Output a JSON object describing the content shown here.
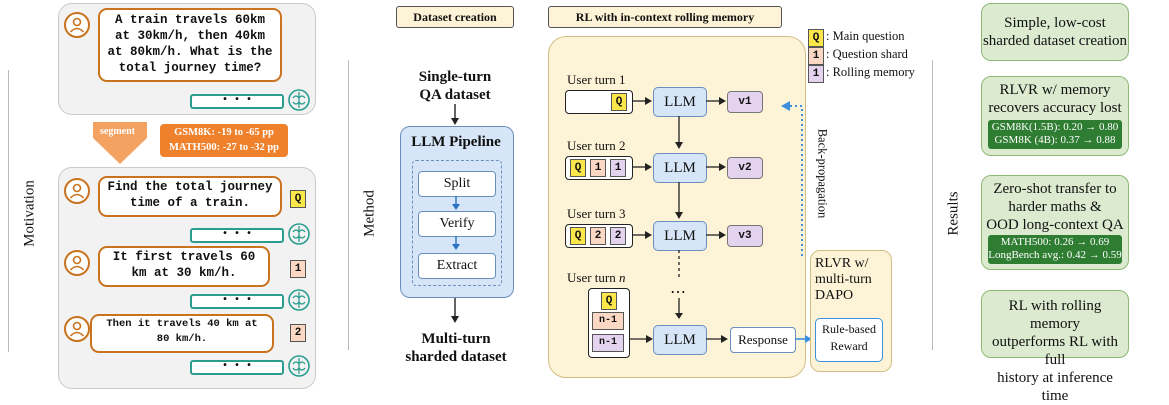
{
  "sections": {
    "motivation": "Motivation",
    "method": "Method",
    "results": "Results"
  },
  "motivation": {
    "question": [
      "A train travels 60km",
      "at 30km/h, then 40km",
      "at 80km/h. What is the",
      "total journey time?"
    ],
    "reply_dots": "• • •",
    "segment_label": "segment",
    "stats": [
      "GSM8K: -19 to -65 pp",
      "MATH500: -27 to -32 pp"
    ],
    "shards": [
      {
        "lines": [
          "Find the total journey",
          "time of a train."
        ],
        "tag": "Q"
      },
      {
        "lines": [
          "It first travels 60",
          "km at 30 km/h."
        ],
        "tag": "1"
      },
      {
        "lines": [
          "Then it travels 40 km at",
          "80 km/h."
        ],
        "tag": "2"
      }
    ]
  },
  "dataset": {
    "header": "Dataset creation",
    "input_label": [
      "Single-turn",
      "QA dataset"
    ],
    "pipeline_title": "LLM Pipeline",
    "steps": [
      "Split",
      "Verify",
      "Extract"
    ],
    "output_label": [
      "Multi-turn",
      "sharded dataset"
    ]
  },
  "rl": {
    "header": "RL with in-context rolling memory",
    "legend": [
      {
        "tag": "Q",
        "text": ": Main question"
      },
      {
        "tag": "1",
        "text": ": Question shard"
      },
      {
        "tag": "1",
        "text": ": Rolling memory"
      }
    ],
    "turns": [
      {
        "label": "User turn 1",
        "tags": [
          "Q"
        ],
        "output": "v1"
      },
      {
        "label": "User turn 2",
        "tags": [
          "Q",
          "1",
          "1"
        ],
        "output": "v2"
      },
      {
        "label": "User turn 3",
        "tags": [
          "Q",
          "2",
          "2"
        ],
        "output": "v3"
      },
      {
        "label_prefix": "User turn ",
        "label_n": "n",
        "tags": [
          "Q",
          "n-1",
          "n-1"
        ]
      }
    ],
    "llm_label": "LLM",
    "ellipsis": "⋯",
    "response": "Response",
    "backprop": "Back-propagation",
    "dapo_title": [
      "RLVR w/",
      "multi-turn",
      "DAPO"
    ],
    "reward": [
      "Rule-based",
      "Reward"
    ]
  },
  "results": [
    {
      "text": [
        "Simple, low-cost",
        "sharded dataset creation"
      ]
    },
    {
      "text": [
        "RLVR w/ memory",
        "recovers accuracy lost"
      ],
      "sub": [
        "GSM8K(1.5B): 0.20 → 0.80",
        "GSM8K (4B): 0.37 → 0.88"
      ]
    },
    {
      "text": [
        "Zero-shot transfer to",
        "harder maths &",
        "OOD long-context QA"
      ],
      "sub": [
        "MATH500: 0.26 → 0.69",
        "LongBench avg.: 0.42 → 0.59"
      ]
    },
    {
      "text": [
        "RL with rolling memory",
        "outperforms RL with full",
        "history at inference time"
      ]
    }
  ],
  "colors": {
    "orange": "#c9731f",
    "teal": "#2a9d8f",
    "question_yellow": "#fbe74a",
    "shard_peach": "#fbd8c3",
    "memory_lilac": "#e3d3ee",
    "llm_blue": "#d6e6f8",
    "rl_panel": "#fdf3d6",
    "result_green": "#dcebd0",
    "result_dark": "#2f7d32",
    "backprop_blue": "#3d8fdc"
  }
}
